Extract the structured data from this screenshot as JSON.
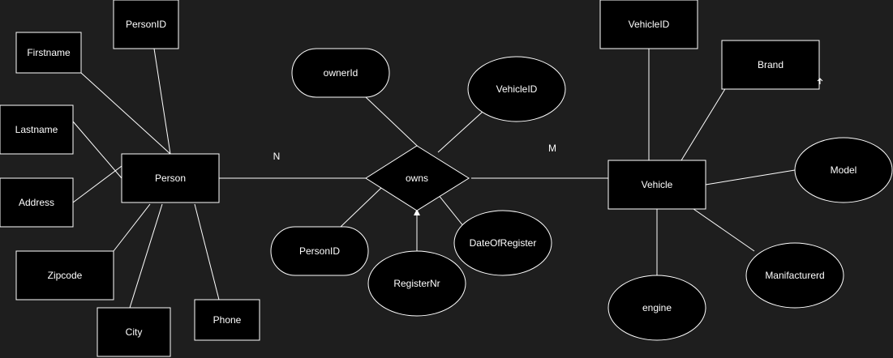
{
  "diagram": {
    "entities": {
      "person": "Person",
      "vehicle": "Vehicle"
    },
    "relationship": "owns",
    "cardinality": {
      "person_side": "N",
      "vehicle_side": "M"
    },
    "person_attributes": {
      "person_id": "PersonID",
      "firstname": "Firstname",
      "lastname": "Lastname",
      "address": "Address",
      "zipcode": "Zipcode",
      "city": "City",
      "phone": "Phone"
    },
    "relationship_attributes": {
      "owner_id": "ownerId",
      "vehicle_id": "VehicleID",
      "person_id": "PersonID",
      "register_nr": "RegisterNr",
      "date_of_register": "DateOfRegister"
    },
    "vehicle_attributes": {
      "vehicle_id": "VehicleID",
      "brand": "Brand",
      "model": "Model",
      "manufacturer": "Manifacturerd",
      "engine": "engine"
    }
  }
}
